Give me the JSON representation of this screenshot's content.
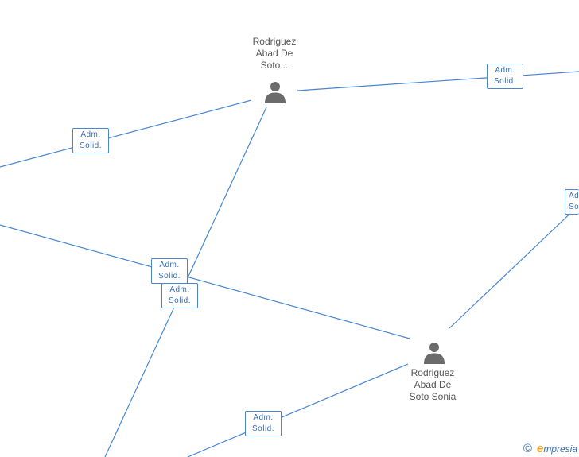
{
  "nodes": [
    {
      "id": "person-top",
      "label": [
        "Rodriguez",
        "Abad De",
        "Soto..."
      ]
    },
    {
      "id": "person-bottom",
      "label": [
        "Rodriguez",
        "Abad De",
        "Soto Sonia"
      ]
    }
  ],
  "badges": [
    [
      "Adm.",
      "Solid."
    ],
    [
      "Adm.",
      "Solid."
    ],
    [
      "Adm.",
      "Solid."
    ],
    [
      "Adm.",
      "Solid."
    ],
    [
      "Adm.",
      "Solid."
    ],
    [
      "Ad",
      "So"
    ]
  ],
  "footer": {
    "copyright_symbol": "©",
    "brand_first": "e",
    "brand_rest": "mpresia"
  },
  "colors": {
    "edge": "#4a86d0",
    "badge_text": "#3a6fb5",
    "person": "#6b6b6b",
    "brand_e": "#f0a020"
  }
}
